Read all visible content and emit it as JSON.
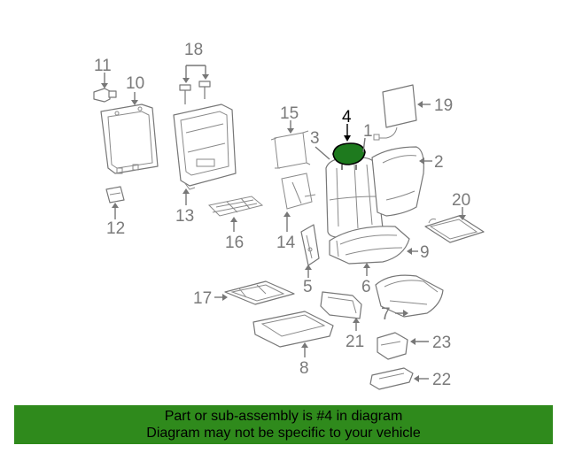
{
  "callouts": {
    "c1": "1",
    "c2": "2",
    "c3": "3",
    "c4": "4",
    "c5": "5",
    "c6": "6",
    "c7": "7",
    "c8": "8",
    "c9": "9",
    "c10": "10",
    "c11": "11",
    "c12": "12",
    "c13": "13",
    "c14": "14",
    "c15": "15",
    "c16": "16",
    "c17": "17",
    "c18": "18",
    "c19": "19",
    "c20": "20",
    "c21": "21",
    "c22": "22",
    "c23": "23"
  },
  "highlight": {
    "part_number": "4",
    "color": "#1e7a1e"
  },
  "banner": {
    "line1": "Part or sub-assembly is #4 in diagram",
    "line2": "Diagram may not be specific to your vehicle",
    "background": "#2f8a1c"
  }
}
